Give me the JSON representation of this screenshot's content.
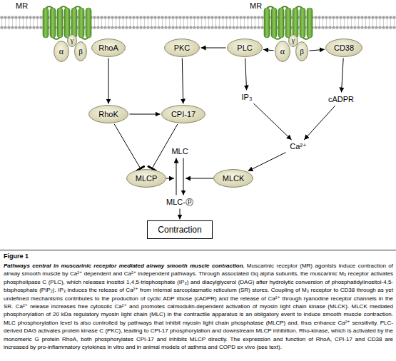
{
  "diagram": {
    "caption": "Muscarinic receptor (MR) agonists induce contraction of airway smooth muscle by Ca²⁺ dependent and Ca²⁺ independent pathways. Through associated Gq alpha subunits, the muscarinic M₃ receptor activates phospholipase C (PLC), which releases inositol 1,4,5-trisphosphate (IP₃) and diacylglycerol (DAG) after hydrolytic conversion of phosphatidylinositol-4,5-bisphosphate (PIP₂). IP₃ induces the release of Ca²⁺ from internal sarcoplasmatic reticulum (SR) stores. Coupling of M₃ receptor to CD38 through as yet undefined mechanisms contributes to the production of cyclic ADP ribose (cADPR) and the release of Ca²⁺ through ryanodine receptor channels in the SR. Ca²⁺ release increases free cytosolic Ca²⁺ and promotes calmodulin-dependent activation of myosin light chain kinase (MLCK). MLCK mediated phosphorylation of 20 kDa regulatory myosin light chain (MLC) in the contractile apparatus is an obligatory event to induce smooth muscle contraction. MLC phosphorylation level is also controlled by pathways that inhibit myosin light chain phosphatase (MLCP) and, thus enhance Ca²⁺ sensitivity. PLC-derived DAG activates protein kinase C (PKC), leading to CPI-17 phosphorylation and downstream MLCP inhibition. Rho-kinase, which is activated by the monomeric G protein RhoA, both phosphorylates CPI-17 and inhibits MLCP directly. The expression and function of RhoA, CPI-17 and CD38 are increased by pro-inflammatory cytokines in vitro and in animal models of asthma and COPD ex vivo (see text).",
    "nodes": [
      {
        "text": [
          "α"
        ]
      },
      {
        "text": [
          "γ"
        ]
      },
      {
        "text": [
          "β"
        ]
      },
      {
        "text": [
          "RhoA"
        ]
      },
      {
        "text": [
          "PKC"
        ]
      },
      {
        "text": [
          "PLC"
        ]
      },
      {
        "text": [
          "α"
        ]
      },
      {
        "text": [
          "γ"
        ]
      },
      {
        "text": [
          "β"
        ]
      },
      {
        "text": [
          "CD38"
        ]
      },
      {
        "text": [
          "IP₃"
        ]
      },
      {
        "text": [
          "cADPR"
        ]
      },
      {
        "text": [
          "RhoK"
        ]
      },
      {
        "text": [
          "CPI-17"
        ]
      },
      {
        "text": [
          "Ca²⁺"
        ]
      },
      {
        "text": [
          "MLC"
        ]
      },
      {
        "text": [
          "MLCP"
        ]
      },
      {
        "text": [
          "MLCK"
        ]
      },
      {
        "text": [
          "MLC-ⓟ"
        ]
      },
      {
        "text": [
          "Contraction"
        ]
      }
    ],
    "edges": [
      {
        "from": 3,
        "to": 12,
        "arrow": "to"
      },
      {
        "from": 4,
        "to": 13,
        "arrow": "to"
      },
      {
        "from": 12,
        "to": 13,
        "arrow": "to"
      },
      {
        "from": 5,
        "to": 4,
        "arrow": "to"
      },
      {
        "from": 6,
        "to": 5,
        "arrow": "to"
      },
      {
        "from": 8,
        "to": 9,
        "arrow": "to"
      },
      {
        "from": 5,
        "to": 10,
        "arrow": "to"
      },
      {
        "from": 9,
        "to": 11,
        "arrow": "to"
      },
      {
        "from": 10,
        "to": 14,
        "arrow": "to"
      },
      {
        "from": 11,
        "to": 14,
        "arrow": "to"
      },
      {
        "from": 14,
        "to": 17,
        "arrow": "to"
      },
      {
        "from": 12,
        "to": 16,
        "arrow": "to"
      },
      {
        "from": 13,
        "to": 16,
        "arrow": "to"
      },
      {
        "from": 15,
        "to": 18,
        "arrow": "to"
      },
      {
        "from": 18,
        "to": 15,
        "arrow": "to"
      },
      {
        "from": 18,
        "to": 19,
        "arrow": "to"
      }
    ],
    "labels": [
      "MR",
      "MR",
      "Figure 1",
      "Pathways central in muscarinic receptor mediated airway smooth muscle contraction."
    ]
  }
}
